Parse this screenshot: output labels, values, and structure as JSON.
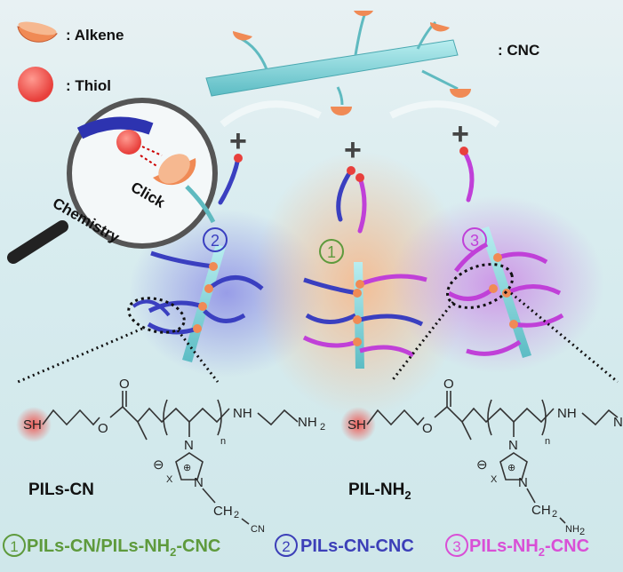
{
  "legend_top": {
    "alkene": ": Alkene",
    "thiol": ": Thiol",
    "cnc": ": CNC"
  },
  "magnifier": {
    "line1": "Click",
    "line2": "Chemistry"
  },
  "plus": "+",
  "circled": [
    "1",
    "2",
    "3"
  ],
  "structures": [
    {
      "name_main": "PILs-CN",
      "sh": "SH",
      "o_carbonyl": "O",
      "o_ester": "O",
      "nh": "NH",
      "nh2": "NH",
      "nh2_sub": "2",
      "n": "n",
      "n1": "N",
      "n2": "N",
      "plus": "⊕",
      "minus": "⊖",
      "x": "X",
      "ch2": "CH",
      "ch2_sub": "2",
      "end": "CN"
    },
    {
      "name_main": "PIL-NH",
      "name_sub": "2",
      "sh": "SH",
      "o_carbonyl": "O",
      "o_ester": "O",
      "nh": "NH",
      "nh2": "N",
      "n": "n",
      "n1": "N",
      "n2": "N",
      "plus": "⊕",
      "minus": "⊖",
      "x": "X",
      "ch2": "CH",
      "ch2_sub": "2",
      "end": "NH",
      "end_sub": "2"
    }
  ],
  "bottom_legend": [
    {
      "num": "1",
      "text_a": "PILs-CN/PILs-NH",
      "sub": "2",
      "text_b": "-CNC",
      "color": "#5e9a3c"
    },
    {
      "num": "2",
      "text_a": "PILs-CN-CNC",
      "color": "#3c3fb8"
    },
    {
      "num": "3",
      "text_a": "PILs-NH",
      "sub": "2",
      "text_b": "-CNC",
      "color": "#d94fd6"
    }
  ],
  "colors": {
    "rod": "#7fd3d8",
    "thiol": "#f0605a",
    "alkene": "#f08a55",
    "blue_chain": "#3a3fc0",
    "pink_chain": "#c040d8",
    "green": "#5e9a3c"
  }
}
